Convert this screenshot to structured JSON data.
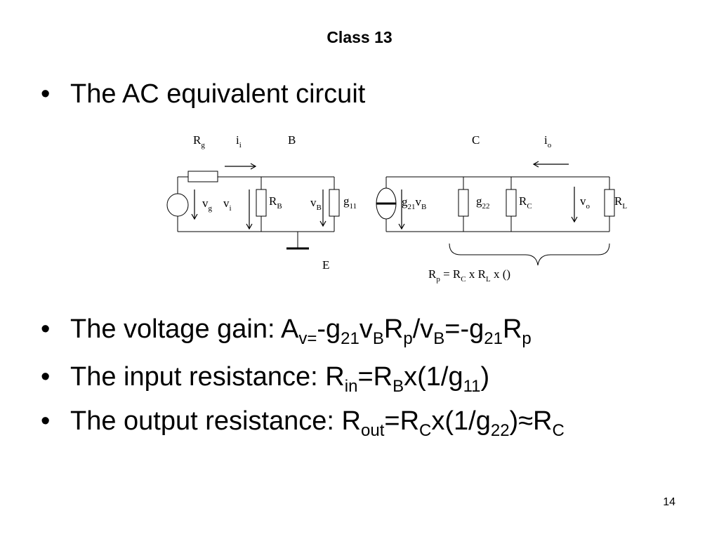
{
  "title": "Class 13",
  "bullets": {
    "b1": {
      "text": "The AC equivalent circuit"
    },
    "b2": {
      "pre": "The voltage gain: A",
      "s1": "v=",
      "t1": "-g",
      "s2": "21",
      "t2": "v",
      "s3": "B",
      "t3": "R",
      "s4": "p",
      "t4": "/v",
      "s5": "B",
      "t5": "=-g",
      "s6": "21",
      "t6": "R",
      "s7": "p"
    },
    "b3": {
      "pre": "The input resistance: R",
      "s1": "in",
      "t1": "=R",
      "s2": "B",
      "t2": "x(1/g",
      "s3": "11",
      "t3": ")"
    },
    "b4": {
      "pre": "The output resistance: R",
      "s1": "out",
      "t1": "=R",
      "s2": "C",
      "t2": "x(1/g",
      "s3": "22",
      "t3": ")≈R",
      "s4": "C"
    }
  },
  "circuit": {
    "rg": {
      "main": "R",
      "sub": "g"
    },
    "ii": {
      "main": "i",
      "sub": "i"
    },
    "b": "B",
    "c": "C",
    "io": {
      "main": "i",
      "sub": "o"
    },
    "vg": {
      "main": "v",
      "sub": "g"
    },
    "vi": {
      "main": "v",
      "sub": "i"
    },
    "rb": {
      "main": "R",
      "sub": "B"
    },
    "vb": {
      "main": "v",
      "sub": "B"
    },
    "g11": {
      "main": "g",
      "sub": "11"
    },
    "g21vb": {
      "m1": "g",
      "s1": "21",
      "m2": "v",
      "s2": "B"
    },
    "g22": {
      "main": "g",
      "sub": "22"
    },
    "rc": {
      "main": "R",
      "sub": "C"
    },
    "vo": {
      "main": "v",
      "sub": "o"
    },
    "rl": {
      "main": "R",
      "sub": "L"
    },
    "e": "E",
    "rp": {
      "m1": "R",
      "s1": "p",
      "m2": " = R",
      "s2": "C",
      "m3": " x R",
      "s3": "L",
      "m4": " x ()"
    }
  },
  "page_number": "14"
}
